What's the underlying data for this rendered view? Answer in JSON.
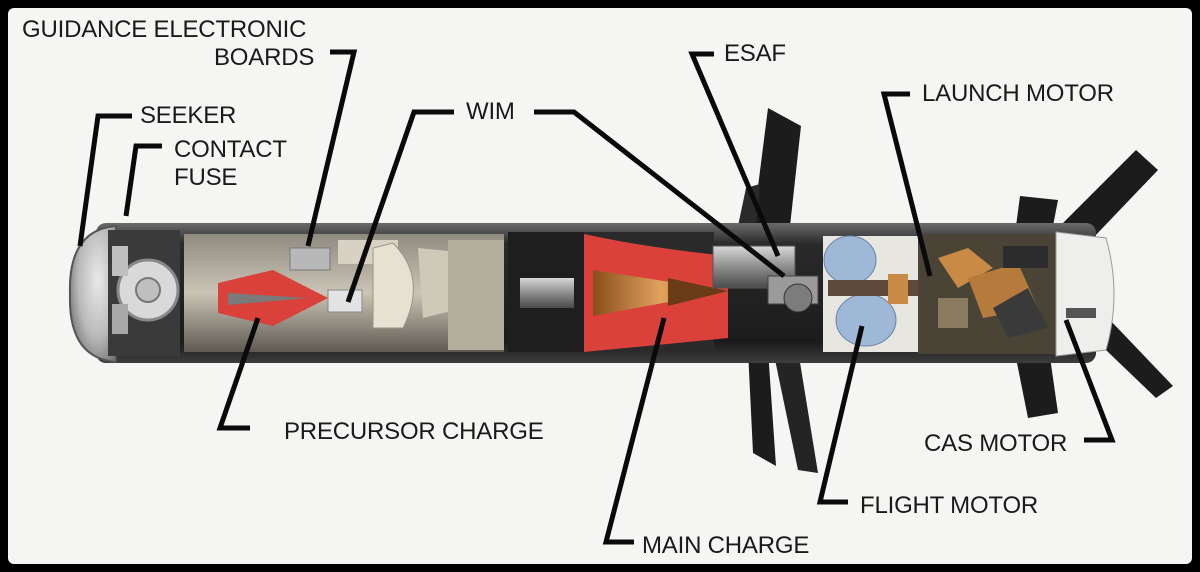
{
  "labels": {
    "guidance_line1": "GUIDANCE ELECTRONIC",
    "guidance_line2": "BOARDS",
    "seeker": "SEEKER",
    "contact_fuse_line1": "CONTACT",
    "contact_fuse_line2": "FUSE",
    "wim": "WIM",
    "esaf": "ESAF",
    "launch_motor": "LAUNCH MOTOR",
    "precursor_charge": "PRECURSOR CHARGE",
    "main_charge": "MAIN CHARGE",
    "flight_motor": "FLIGHT MOTOR",
    "cas_motor": "CAS MOTOR"
  },
  "colors": {
    "frame": "#000000",
    "background": "#f5f5f3",
    "charge_red": "#d9413a",
    "copper": "#c98a45",
    "motor_blue": "#9fb8d8",
    "fins": "#1c1c1c"
  }
}
